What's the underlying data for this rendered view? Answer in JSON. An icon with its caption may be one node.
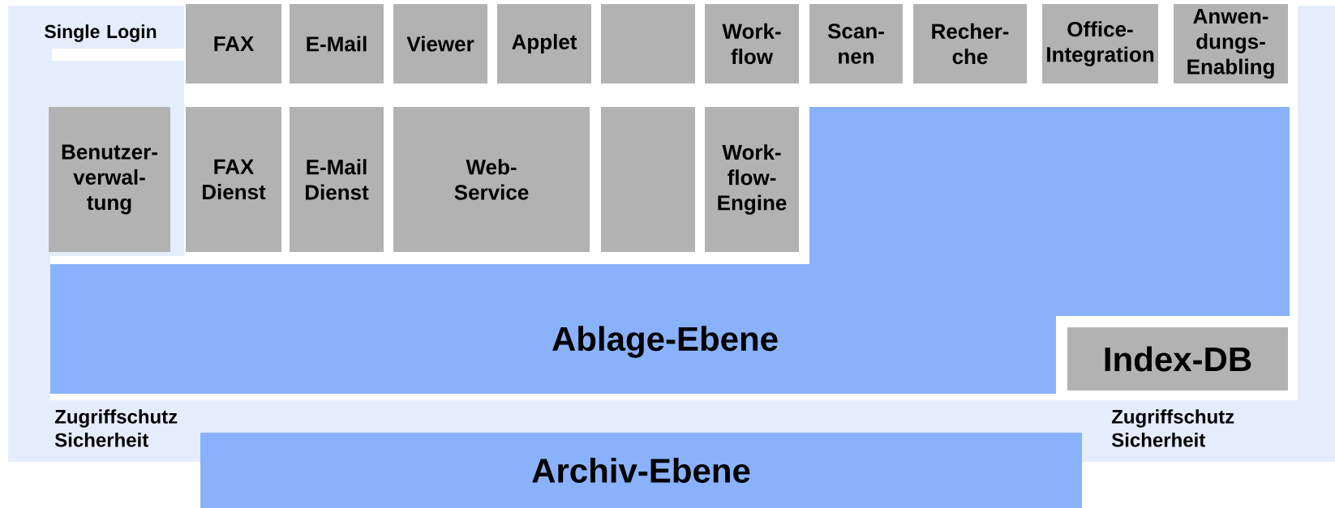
{
  "diagram": {
    "nodes": [
      {
        "text": [
          "FAX"
        ]
      },
      {
        "text": [
          "E-Mail"
        ]
      },
      {
        "text": [
          "Viewer"
        ]
      },
      {
        "text": [
          "Applet"
        ]
      },
      {
        "text": [],
        "shape": "box"
      },
      {
        "text": [
          "Work- flow"
        ]
      },
      {
        "text": [
          "Scan- nen"
        ]
      },
      {
        "text": [
          "Recher- che"
        ]
      },
      {
        "text": [
          "Office- Integration"
        ]
      },
      {
        "text": [
          "Anwen- dungs- Enabling"
        ]
      },
      {
        "text": [
          "Benutzer- verwal- tung"
        ]
      },
      {
        "text": [
          "FAX Dienst"
        ]
      },
      {
        "text": [
          "E-Mail Dienst"
        ]
      },
      {
        "text": [
          "Web- Service"
        ]
      },
      {
        "text": [],
        "shape": "box"
      },
      {
        "text": [
          "Work- flow- Engine"
        ]
      },
      {
        "text": [
          "Ablage-Ebene"
        ]
      },
      {
        "text": [
          "Index-DB"
        ]
      },
      {
        "text": [
          "Archiv-Ebene"
        ]
      }
    ],
    "labels": [
      "Single Login",
      "Zugriffschutz Sicherheit",
      "Zugriffschutz Sicherheit"
    ]
  }
}
